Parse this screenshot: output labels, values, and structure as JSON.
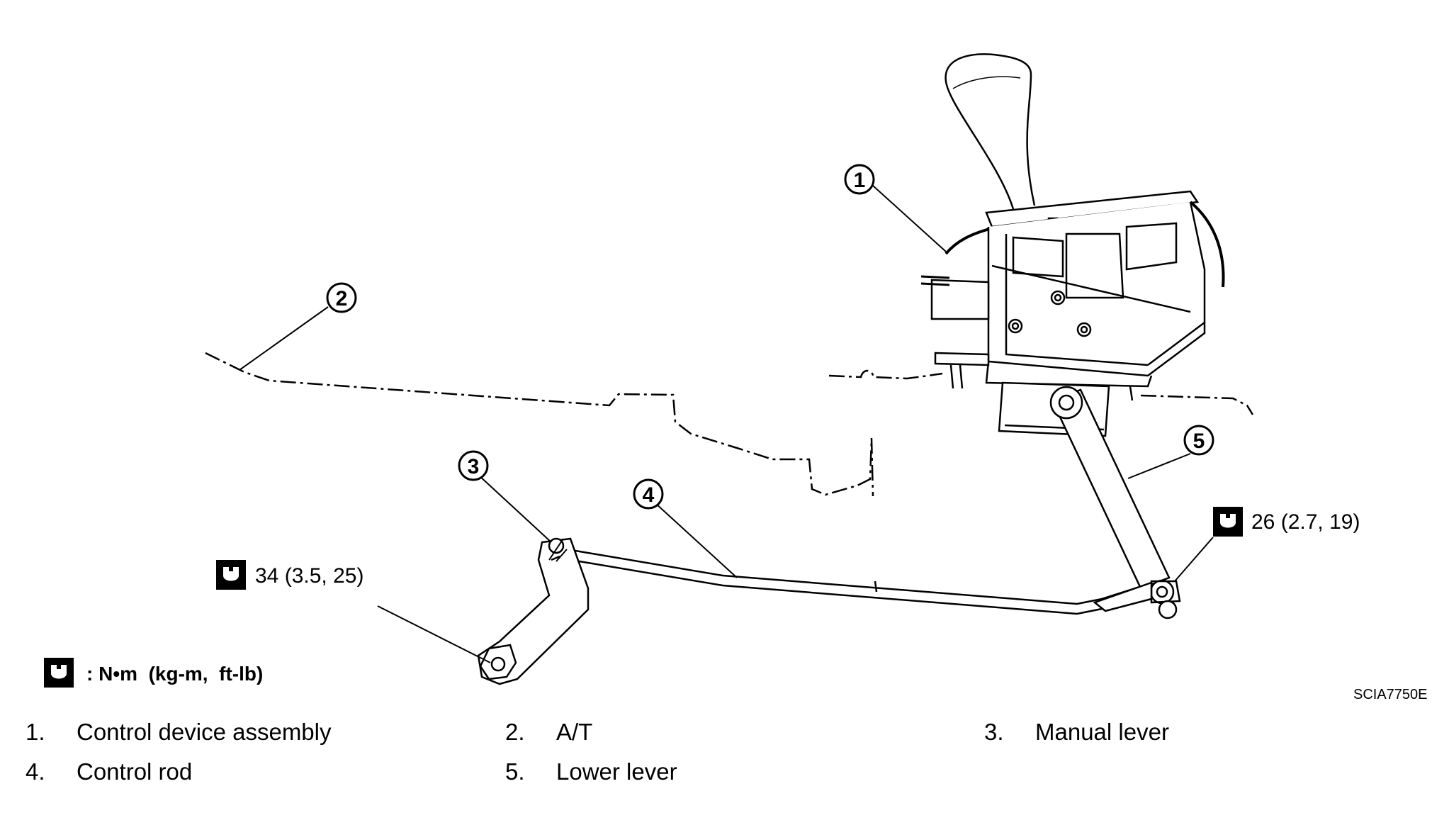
{
  "callouts": [
    "1",
    "2",
    "3",
    "4",
    "5"
  ],
  "torque": {
    "manual_lever_nut": "34 (3.5, 25)",
    "lower_lever_nut": "26 (2.7, 19)",
    "unit_key": ": N•m  (kg-m,  ft-lb)"
  },
  "figure_code": "SCIA7750E",
  "legend": [
    {
      "num": "1.",
      "label": "Control device assembly"
    },
    {
      "num": "2.",
      "label": "A/T"
    },
    {
      "num": "3.",
      "label": "Manual lever"
    },
    {
      "num": "4.",
      "label": "Control rod"
    },
    {
      "num": "5.",
      "label": "Lower lever"
    }
  ],
  "icons": {
    "torque": "torque-wrench-icon"
  }
}
